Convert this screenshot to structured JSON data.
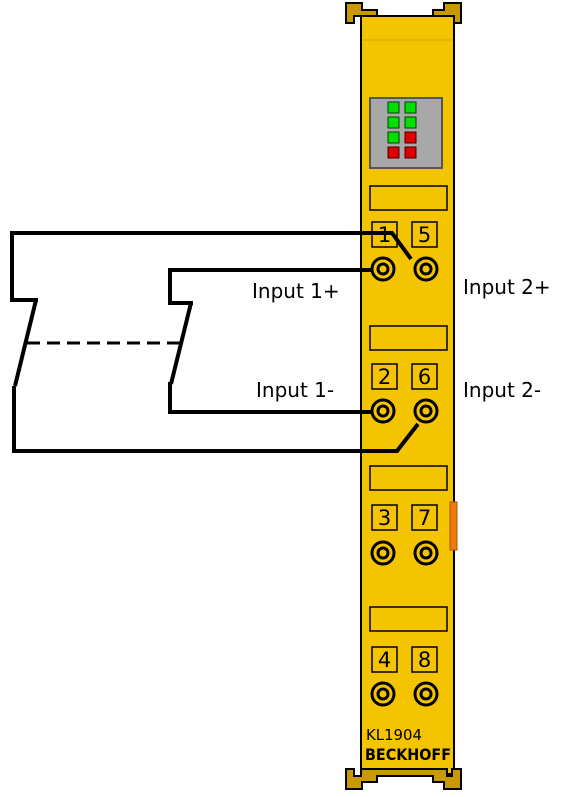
{
  "module": {
    "model": "KL1904",
    "brand": "BECKHOFF",
    "body_color": "#f5c400",
    "led_colors": {
      "green": "#00e000",
      "red": "#e00000"
    }
  },
  "terminals": {
    "t1": "1",
    "t2": "2",
    "t3": "3",
    "t4": "4",
    "t5": "5",
    "t6": "6",
    "t7": "7",
    "t8": "8"
  },
  "labels": {
    "input1_plus": "Input 1+",
    "input2_plus": "Input 2+",
    "input1_minus": "Input 1-",
    "input2_minus": "Input 2-"
  }
}
